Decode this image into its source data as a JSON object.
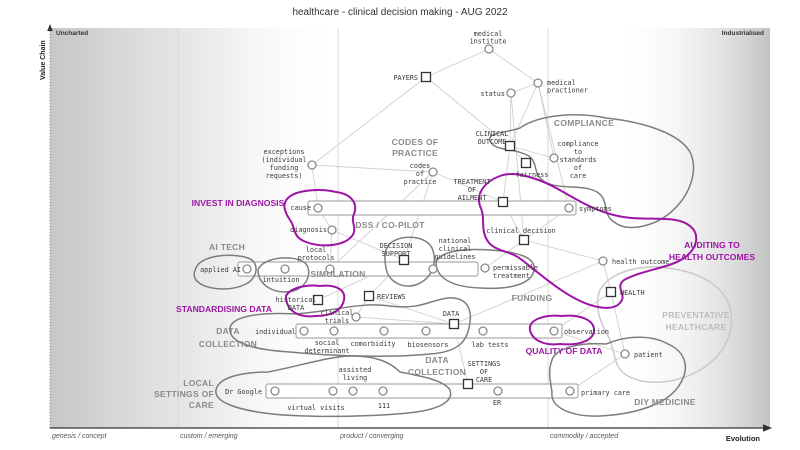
{
  "title": "healthcare - clinical decision making - AUG 2022",
  "axes": {
    "value_chain": "Value Chain",
    "evolution": "Evolution",
    "uncharted": "Uncharted",
    "industrialised": "Industrialised",
    "stages": [
      "genesis / concept",
      "custom / emerging",
      "product / converging",
      "commodity / accepted"
    ]
  },
  "region_labels": {
    "compliance": "COMPLIANCE",
    "codes_of_practice": "CODES OF\nPRACTICE",
    "dss_copilot": "DSS / CO-PILOT",
    "ai_tech": "AI TECH",
    "simulation": "SIMULATION",
    "funding": "FUNDING",
    "data_collection_left": "DATA\nCOLLECTION",
    "data_collection_mid": "DATA\nCOLLECTION",
    "local_settings": "LOCAL\nSETTINGS OF\nCARE",
    "preventative": "PREVENTATIVE\nHEALTHCARE",
    "diy_medicine": "DIY MEDICINE"
  },
  "annotations": {
    "invest": "INVEST IN DIAGNOSIS",
    "standardising": "STANDARDISING DATA",
    "quality": "QUALITY OF DATA",
    "auditing": "AUDITING TO\nHEALTH OUTCOMES"
  },
  "nodes": {
    "medical_institute": "medical\ninstitute",
    "payers": "PAYERS",
    "status": "status",
    "medical_practioner": "medical\npractioner",
    "exceptions": "exceptions\n(individual\nfunding\nrequests)",
    "codes_of_practice": "codes\nof\npractice",
    "clinical_outcome": "CLINICAL\nOUTCOME",
    "compliance_to_standards": "compliance\nto\nstandards\nof\ncare",
    "fairness": "fairness",
    "treatment_of_ailment": "TREATMENT\nOF\nAILMENT",
    "cause": "cause",
    "diagnosis": "diagnosis",
    "symptoms": "symptoms",
    "clinical_decision": "clinical_decision",
    "local_protocols": "local\nprotocols",
    "intuition": "intuition",
    "applied_ai": "applied AI",
    "decision_support": "DECISION\nSUPPORT",
    "national_clinical_guidelines": "national\nclinical\nguidelines",
    "permissable_treatment": "permissable\ntreatment",
    "health_outcome": "health outcome",
    "health": "HEALTH",
    "historical_data": "historical\nDATA",
    "reviews": "REVIEWS",
    "clinical_trials": "clinical\ntrials",
    "data_upper": "DATA",
    "individual": "individual",
    "social_determinant": "social\ndeterminant",
    "comorbidity": "comorbidity",
    "biosensors": "biosensors",
    "lab_tests": "lab tests",
    "observation": "observation",
    "patient": "patient",
    "settings_of_care": "SETTINGS\nOF\nCARE",
    "er": "ER",
    "dr_google": "Dr Google",
    "assisted_living": "assisted\nliving",
    "virtual_visits": "virtual visits",
    "emergency_111": "111",
    "primary_care": "primary care"
  },
  "colors": {
    "annotation_purple": "#9c15a5",
    "region_gray": "#8a8a8a",
    "blob_gray": "#7d7d7d",
    "node_stroke": "#8a8a8a",
    "square_stroke": "#333333",
    "edge_gray": "#cfcfcf"
  }
}
